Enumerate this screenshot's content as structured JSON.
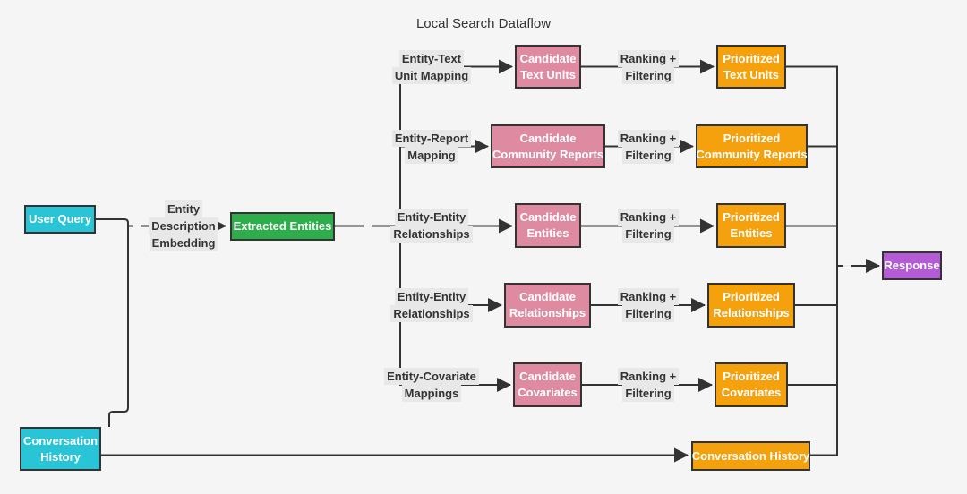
{
  "title": "Local Search Dataflow",
  "palette": {
    "canvas": "#f5f5f5",
    "cyan_node": "#29c5d6",
    "green_node": "#2ead4b",
    "pink_node": "#de8ba1",
    "orange_node": "#f5a10d",
    "purple_node": "#b45bd6",
    "edge_line": "#333333",
    "edge_label_bg": "#e8e8e8",
    "label_text": "#333333",
    "node_text": "#ffffff"
  },
  "nodes": {
    "user_query": {
      "label": "User Query"
    },
    "conversation_history_input": {
      "lines": [
        "Conversation",
        "History"
      ]
    },
    "extracted_entities": {
      "label": "Extracted Entities"
    },
    "response": {
      "label": "Response"
    },
    "conversation_history_context": {
      "label": "Conversation History"
    }
  },
  "embedding_edge_label": {
    "lines": [
      "Entity",
      "Description",
      "Embedding"
    ]
  },
  "rows": [
    {
      "mapping_lines": [
        "Entity-Text",
        "Unit Mapping"
      ],
      "candidate_lines": [
        "Candidate",
        "Text Units"
      ],
      "ranking_lines": [
        "Ranking +",
        "Filtering"
      ],
      "prioritized_lines": [
        "Prioritized",
        "Text Units"
      ]
    },
    {
      "mapping_lines": [
        "Entity-Report",
        "Mapping"
      ],
      "candidate_lines": [
        "Candidate",
        "Community Reports"
      ],
      "ranking_lines": [
        "Ranking +",
        "Filtering"
      ],
      "prioritized_lines": [
        "Prioritized",
        "Community Reports"
      ]
    },
    {
      "mapping_lines": [
        "Entity-Entity",
        "Relationships"
      ],
      "candidate_lines": [
        "Candidate",
        "Entities"
      ],
      "ranking_lines": [
        "Ranking +",
        "Filtering"
      ],
      "prioritized_lines": [
        "Prioritized",
        "Entities"
      ]
    },
    {
      "mapping_lines": [
        "Entity-Entity",
        "Relationships"
      ],
      "candidate_lines": [
        "Candidate",
        "Relationships"
      ],
      "ranking_lines": [
        "Ranking +",
        "Filtering"
      ],
      "prioritized_lines": [
        "Prioritized",
        "Relationships"
      ]
    },
    {
      "mapping_lines": [
        "Entity-Covariate",
        "Mappings"
      ],
      "candidate_lines": [
        "Candidate",
        "Covariates"
      ],
      "ranking_lines": [
        "Ranking +",
        "Filtering"
      ],
      "prioritized_lines": [
        "Prioritized",
        "Covariates"
      ]
    }
  ]
}
